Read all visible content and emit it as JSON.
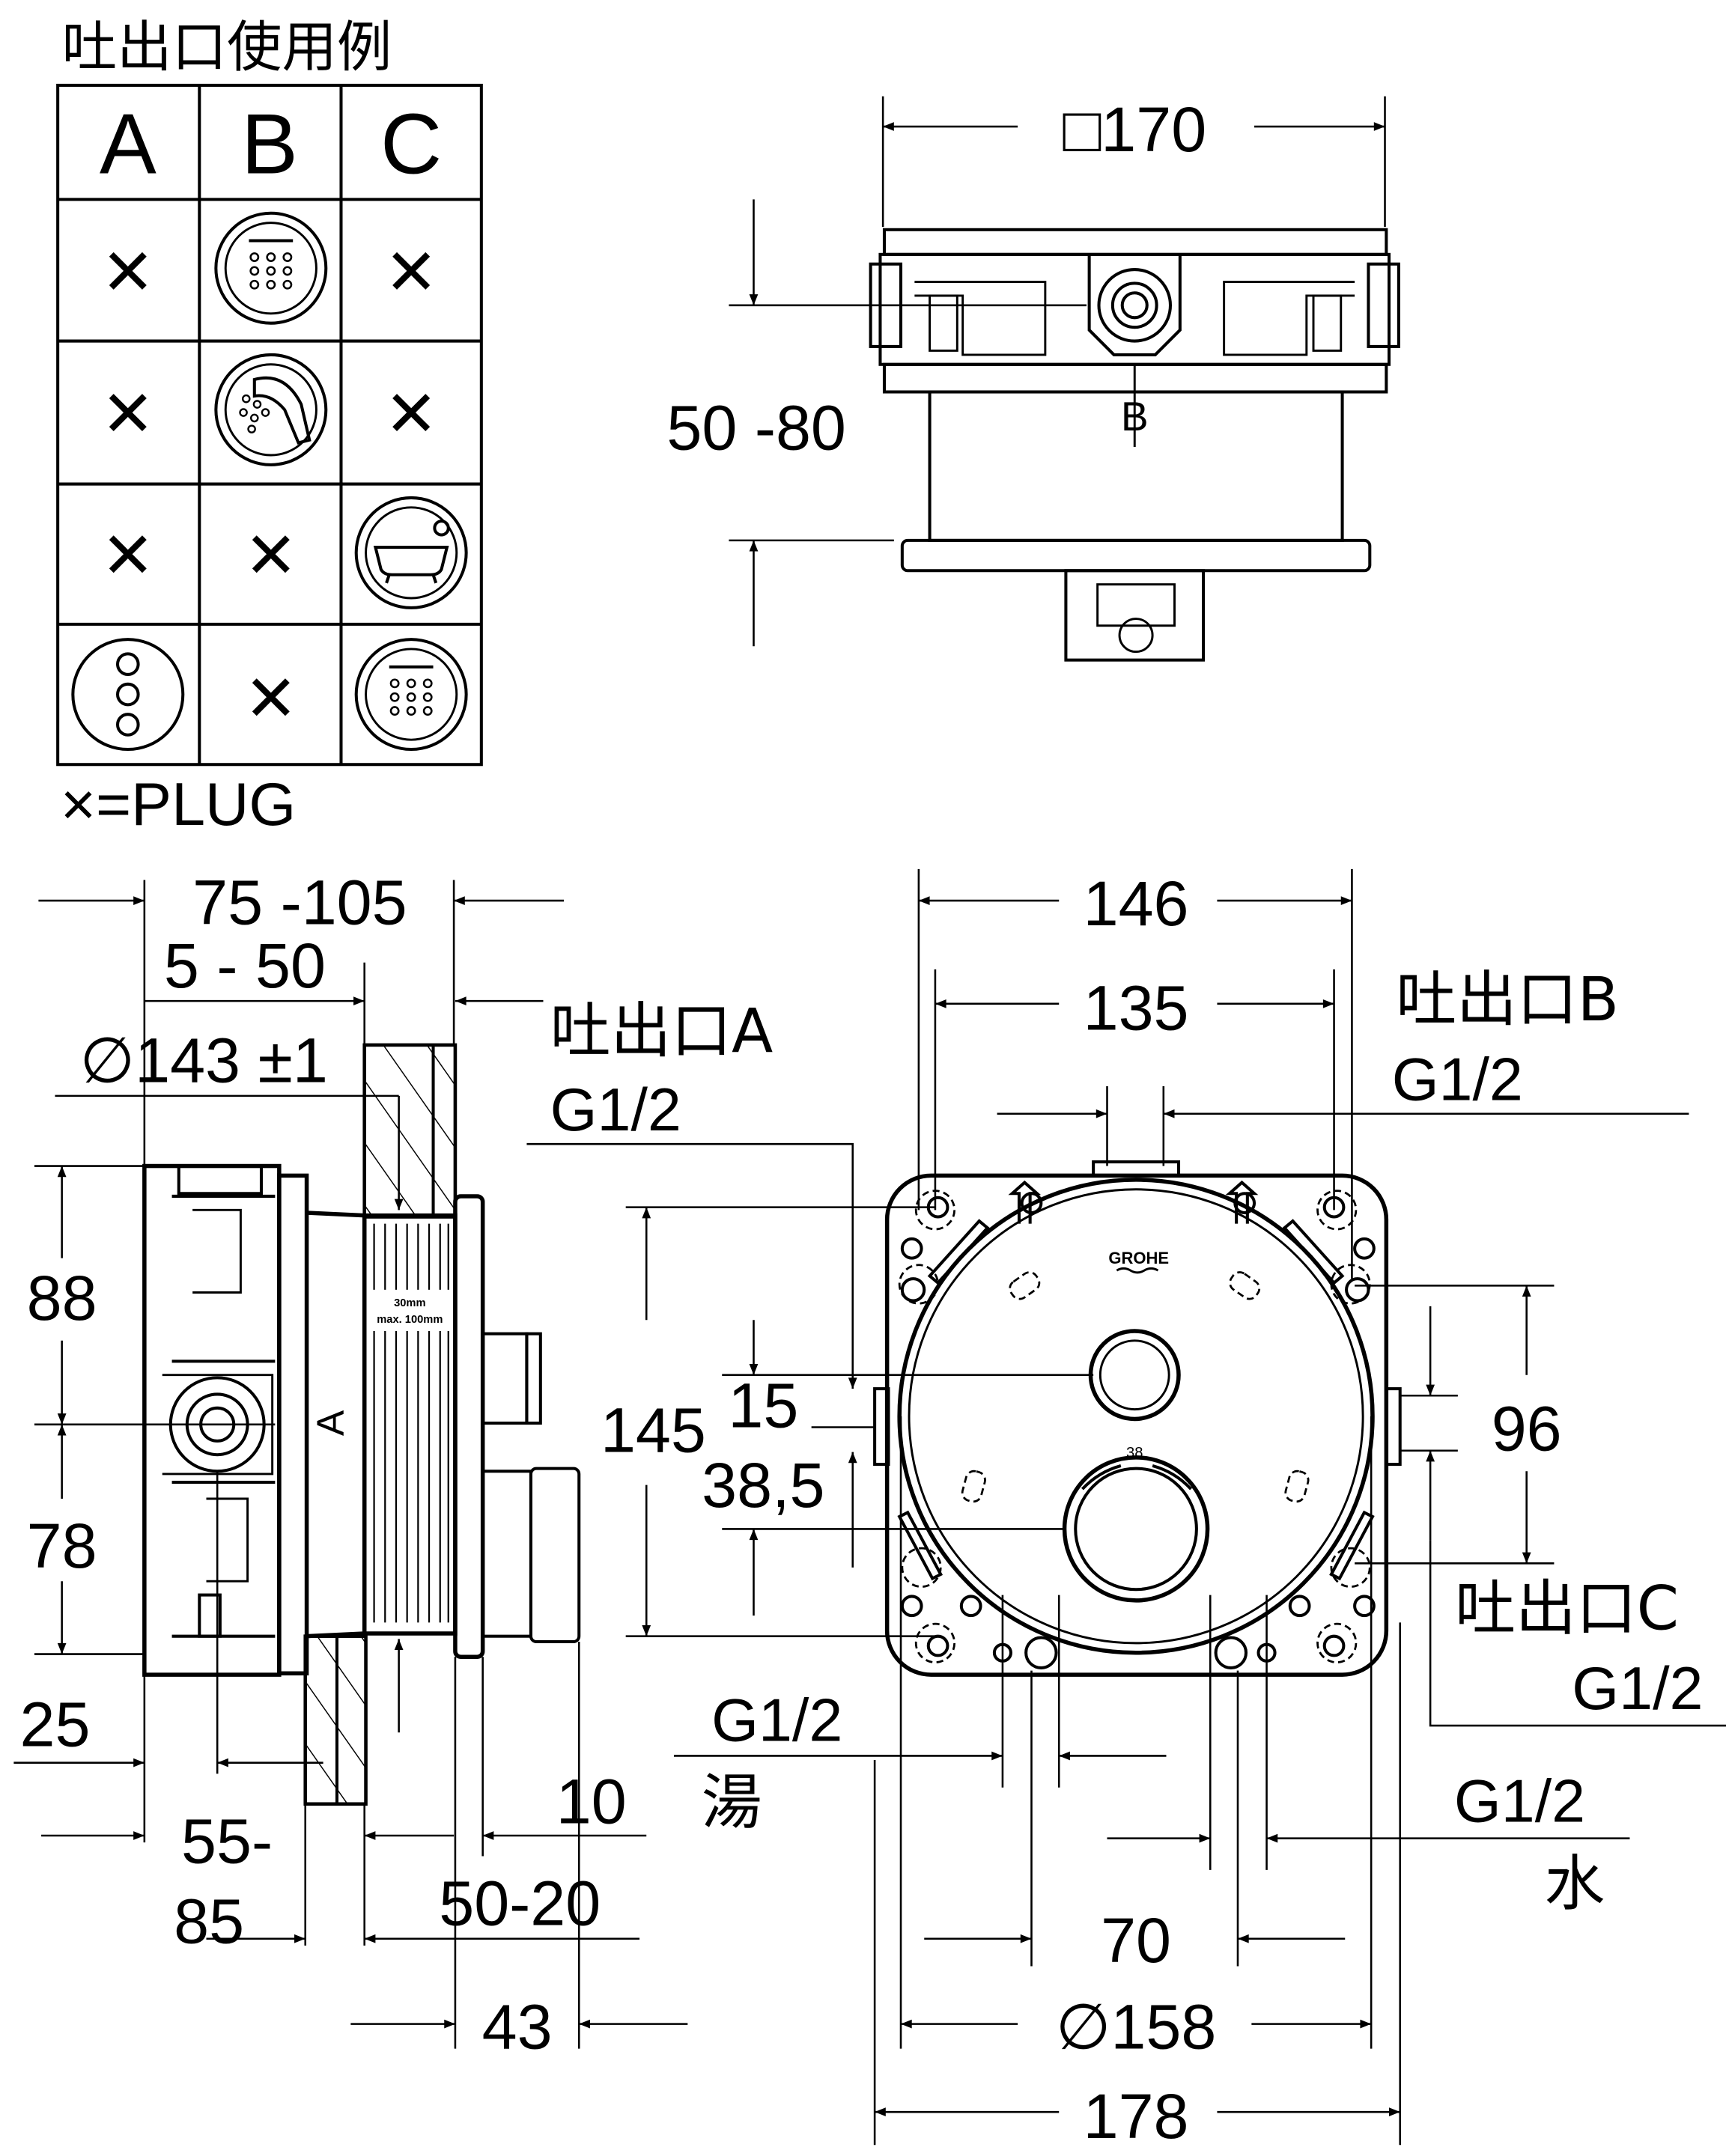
{
  "title": "吐出口使用例",
  "table": {
    "headers": [
      "A",
      "B",
      "C"
    ],
    "rows": [
      [
        "×",
        "shower-head-icon",
        "×"
      ],
      [
        "×",
        "hand-shower-icon",
        "×"
      ],
      [
        "×",
        "×",
        "bathtub-icon"
      ],
      [
        "three-outlet-dots-icon",
        "×",
        "shower-head-icon"
      ]
    ],
    "plug_symbol": "×",
    "legend": "×=PLUG"
  },
  "top_view": {
    "width_dim": "□170",
    "depth_dim": "50 -80",
    "outlet_label": "B"
  },
  "side_view": {
    "dims": {
      "overall_depth": "75 -105",
      "wall_range": "5 - 50",
      "diameter": "∅143 ±1",
      "upper": "88",
      "lower": "78",
      "bottom_offset": "25",
      "depth_a": "55-",
      "depth_b": "85",
      "ten": "10",
      "range_50_20": "50-20",
      "forty_three": "43"
    },
    "outlet_a_label": "吐出口A",
    "outlet_a_thread": "G1/2",
    "side_marking": "A",
    "sleeve_text_1": "30mm",
    "sleeve_text_2": "max. 100mm"
  },
  "front_view": {
    "brand": "GROHE",
    "scale_mark": "38",
    "dims": {
      "w146": "146",
      "w135": "135",
      "h145": "145",
      "d15": "15",
      "d38_5": "38,5",
      "h96": "96",
      "w70": "70",
      "d158": "∅158",
      "w178": "178"
    },
    "outlet_b_label": "吐出口B",
    "outlet_b_thread": "G1/2",
    "outlet_c_label": "吐出口C",
    "outlet_c_thread": "G1/2",
    "hot_thread": "G1/2",
    "hot_label": "湯",
    "cold_thread": "G1/2",
    "cold_label": "水"
  }
}
